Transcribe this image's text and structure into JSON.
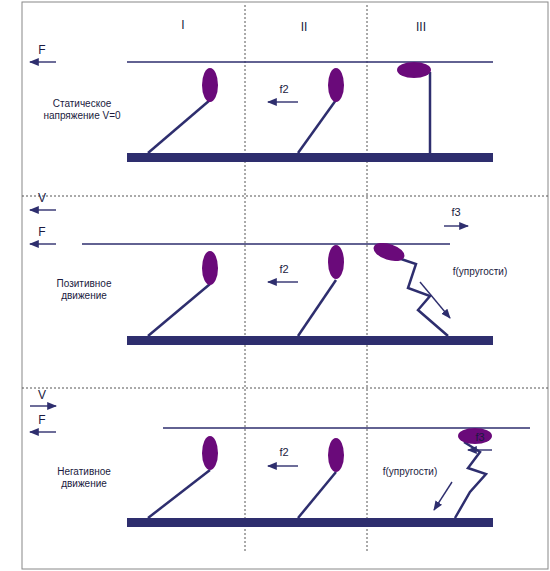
{
  "diagram": {
    "labels": [
      "I",
      "II",
      "III",
      "F",
      "Статическое напряжение V=0",
      "f2",
      "V",
      "F",
      "f3",
      "Позитивное движение",
      "f2",
      "f(упругости)",
      "V",
      "F",
      "f3",
      "Негативное движение",
      "f2",
      "f(упругости)"
    ]
  }
}
